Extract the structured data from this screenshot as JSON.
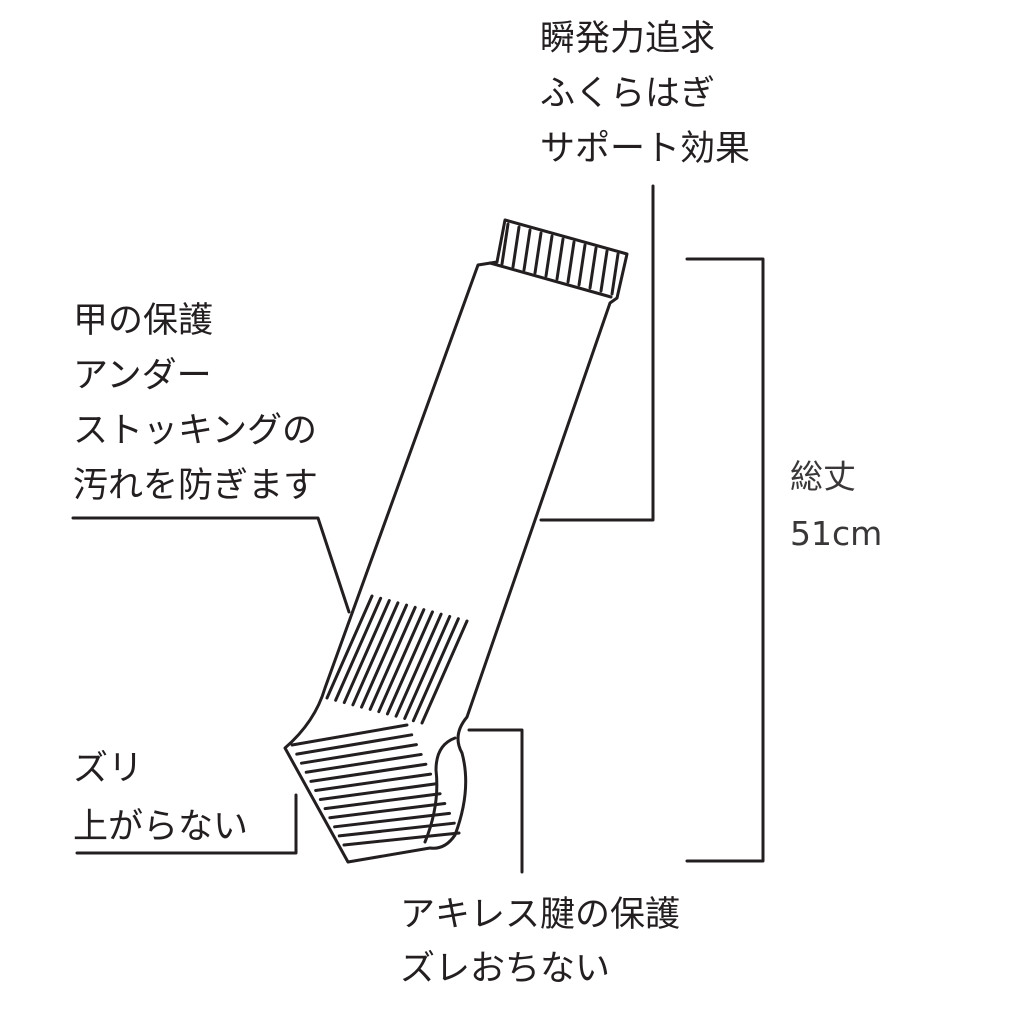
{
  "labels": {
    "calf_support": [
      "瞬発力追求",
      "ふくらはぎ",
      "サポート効果"
    ],
    "instep_protection": [
      "甲の保護",
      "アンダー",
      "ストッキングの",
      "汚れを防ぎます"
    ],
    "no_slip": [
      "ズリ",
      "上がらない"
    ],
    "achilles_protection": [
      "アキレス腱の保護",
      "ズレおちない"
    ],
    "total_length": [
      "総丈",
      "51cm"
    ]
  },
  "colors": {
    "line": "#231f20",
    "background": "#ffffff"
  }
}
